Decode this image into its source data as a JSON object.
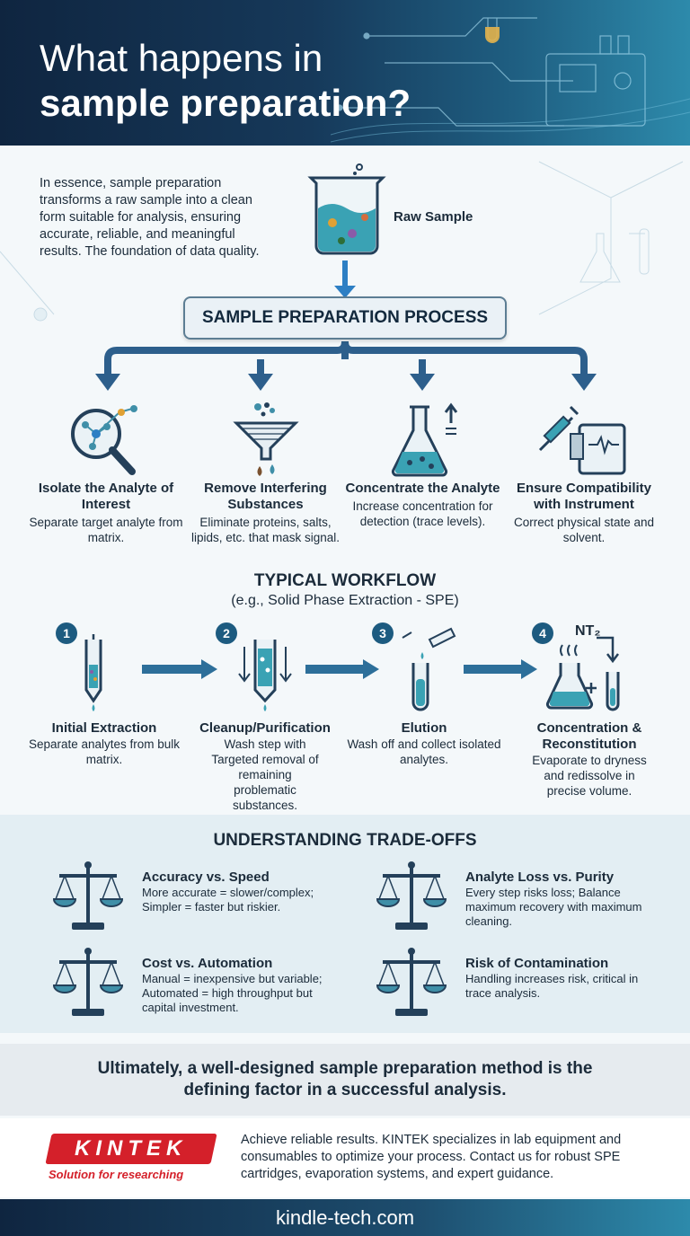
{
  "header": {
    "title_line1": "What happens in",
    "title_line2": "sample preparation?"
  },
  "intro": {
    "text": "In essence, sample preparation transforms a raw sample into a clean form suitable for analysis, ensuring accurate, reliable, and meaningful results. The foundation of data quality.",
    "raw_sample_label": "Raw Sample"
  },
  "process": {
    "title": "SAMPLE PREPARATION PROCESS"
  },
  "goals": [
    {
      "title": "Isolate the Analyte of Interest",
      "desc": "Separate target analyte from matrix.",
      "icon": "magnifier-molecule-icon"
    },
    {
      "title": "Remove Interfering Substances",
      "desc": "Eliminate proteins, salts, lipids, etc. that mask signal.",
      "icon": "funnel-icon"
    },
    {
      "title": "Concentrate the Analyte",
      "desc": "Increase concentration for detection (trace levels).",
      "icon": "flask-icon"
    },
    {
      "title": "Ensure Compatibility with Instrument",
      "desc": "Correct physical state and solvent.",
      "icon": "syringe-instrument-icon"
    }
  ],
  "workflow": {
    "title": "TYPICAL WORKFLOW",
    "subtitle": "(e.g., Solid Phase Extraction - SPE)",
    "steps": [
      {
        "num": "1",
        "title": "Initial Extraction",
        "desc": "Separate analytes from bulk matrix."
      },
      {
        "num": "2",
        "title": "Cleanup/Purification",
        "desc": "Wash step  with Targeted removal of remaining problematic substances."
      },
      {
        "num": "3",
        "title": "Elution",
        "desc": "Wash off and collect isolated analytes."
      },
      {
        "num": "4",
        "title": "Concentration & Reconstitution",
        "desc": "Evaporate to dryness and redissolve in precise volume."
      }
    ],
    "gas_label": "NT₂"
  },
  "tradeoffs": {
    "title": "UNDERSTANDING TRADE-OFFS",
    "items": [
      {
        "title": "Accuracy vs. Speed",
        "desc": "More accurate = slower/complex; Simpler = faster but riskier."
      },
      {
        "title": "Analyte Loss vs. Purity",
        "desc": "Every step risks loss; Balance maximum recovery with maximum cleaning."
      },
      {
        "title": "Cost vs. Automation",
        "desc": "Manual = inexpensive but variable; Automated = high throughput but capital investment."
      },
      {
        "title": "Risk of Contamination",
        "desc": "Handling increases risk, critical in trace analysis."
      }
    ]
  },
  "conclusion": {
    "text": "Ultimately, a well-designed sample preparation method is the defining factor in a successful analysis."
  },
  "footer": {
    "logo": "KINTEK",
    "logo_sub": "Solution for researching",
    "text": "Achieve reliable results. KINTEK specializes in lab equipment and consumables to optimize your process. Contact us for robust SPE cartridges, evaporation systems, and expert guidance.",
    "url": "kindle-tech.com"
  },
  "colors": {
    "navy": "#0f2540",
    "accent_blue": "#2d7fc4",
    "teal": "#3f8fa8",
    "brand_red": "#d4202a"
  }
}
